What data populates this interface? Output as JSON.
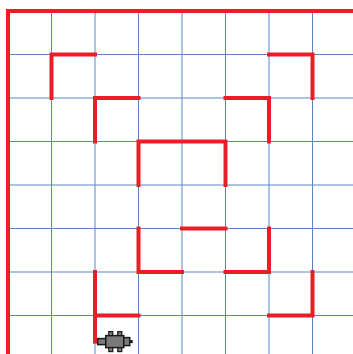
{
  "maze": {
    "columns": 8,
    "rows": 8,
    "grid_color": "#5b84c4",
    "wall_color": "#ee1c24",
    "outer_walls": [
      "top",
      "left",
      "right"
    ],
    "walls": [
      {
        "from": [
          1,
          1
        ],
        "to": [
          2,
          1
        ]
      },
      {
        "from": [
          1,
          1
        ],
        "to": [
          1,
          2
        ]
      },
      {
        "from": [
          6,
          1
        ],
        "to": [
          7,
          1
        ]
      },
      {
        "from": [
          7,
          1
        ],
        "to": [
          7,
          2
        ]
      },
      {
        "from": [
          2,
          2
        ],
        "to": [
          3,
          2
        ]
      },
      {
        "from": [
          2,
          2
        ],
        "to": [
          2,
          3
        ]
      },
      {
        "from": [
          5,
          2
        ],
        "to": [
          6,
          2
        ]
      },
      {
        "from": [
          6,
          2
        ],
        "to": [
          6,
          3
        ]
      },
      {
        "from": [
          3,
          3
        ],
        "to": [
          5,
          3
        ]
      },
      {
        "from": [
          3,
          3
        ],
        "to": [
          3,
          4
        ]
      },
      {
        "from": [
          5,
          3
        ],
        "to": [
          5,
          4
        ]
      },
      {
        "from": [
          4,
          5
        ],
        "to": [
          5,
          5
        ]
      },
      {
        "from": [
          3,
          5
        ],
        "to": [
          3,
          6
        ]
      },
      {
        "from": [
          3,
          6
        ],
        "to": [
          4,
          6
        ]
      },
      {
        "from": [
          6,
          5
        ],
        "to": [
          6,
          6
        ]
      },
      {
        "from": [
          5,
          6
        ],
        "to": [
          6,
          6
        ]
      },
      {
        "from": [
          2,
          6
        ],
        "to": [
          2,
          7.6
        ]
      },
      {
        "from": [
          2,
          7
        ],
        "to": [
          3,
          7
        ]
      },
      {
        "from": [
          7,
          6
        ],
        "to": [
          7,
          7
        ]
      },
      {
        "from": [
          6,
          7
        ],
        "to": [
          7,
          7
        ]
      }
    ],
    "robot": {
      "icon": "robot-icon",
      "column": 2.5,
      "row": 7.6,
      "facing": "right",
      "body_color": "#7a7a7a",
      "outline_color": "#1a1a1a"
    }
  }
}
